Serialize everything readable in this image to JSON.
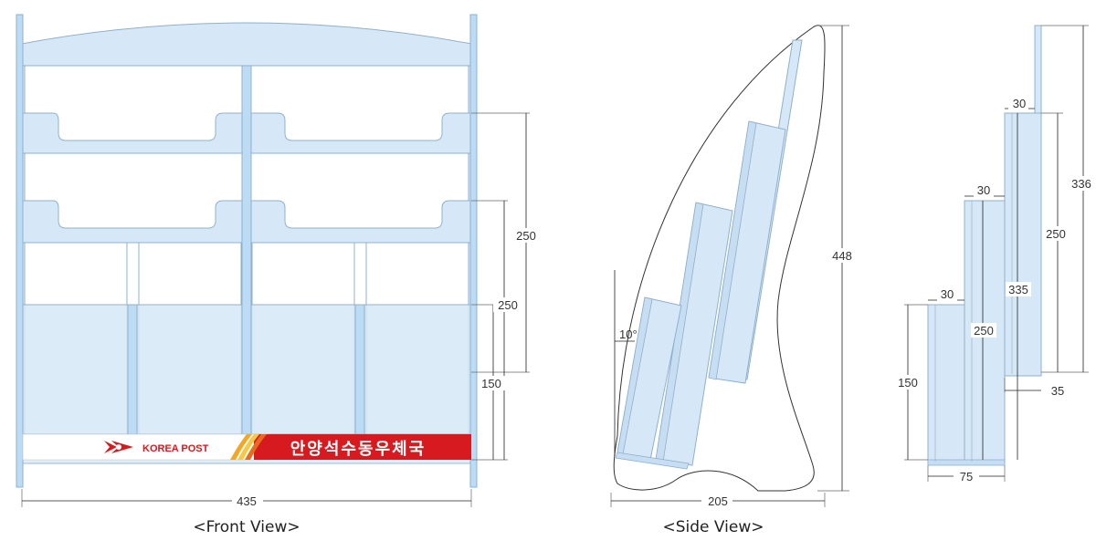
{
  "front_view": {
    "caption": "<Front View>",
    "width_label": "435",
    "height_labels": [
      "250",
      "250",
      "150"
    ],
    "sign": {
      "brand_text": "KOREA POST",
      "office_text": "안양석수동우체국",
      "brand_color": "#d71920",
      "banner_color": "#d71920"
    }
  },
  "side_view": {
    "caption": "<Side View>",
    "width_label": "205",
    "height_label": "448",
    "angle_label": "10°"
  },
  "section_view": {
    "labels": {
      "top_30_a": "30",
      "top_30_b": "30",
      "top_30_c": "30",
      "h_336": "336",
      "h_250_right": "250",
      "h_335": "335",
      "h_250_mid": "250",
      "h_150": "150",
      "gap_35": "35",
      "w_75": "75"
    }
  },
  "colors": {
    "acrylic": "#d6e8f7",
    "acrylic_edge": "#8fb0cc",
    "dimension_line": "#222222"
  }
}
